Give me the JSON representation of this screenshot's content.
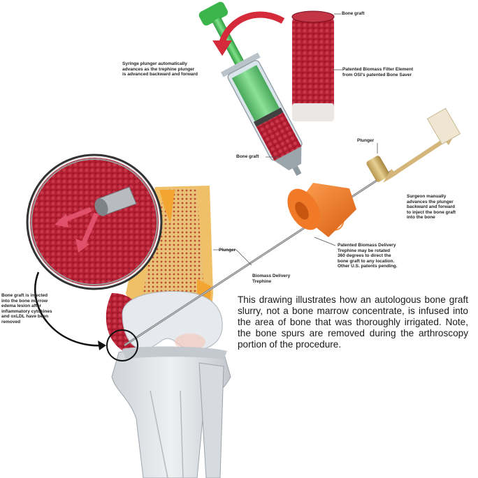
{
  "labels": {
    "bone_graft_top": "Bone graft",
    "filter_element": "Patented Biomass Filter Element\nfrom OSI's patented Bone Saver",
    "syringe_note": "Syringe plunger automatically\nadvances as the trephine plunger\nis advanced backward and forward",
    "bone_graft_mid": "Bone graft",
    "plunger_right": "Plunger",
    "surgeon_note": "Surgeon manually\nadvances the plunger\nbackward and forward\nto inject the bone graft\ninto the bone",
    "delivery_note": "Patented Biomass Delivery\nTrephine may be rotated\n360 degrees to direct the\nbone graft to any location.\nOther U.S. patents pending.",
    "plunger_left": "Plunger",
    "trephine": "Biomass Delivery\nTrephine",
    "injected_note": "Bone graft is injected\ninto the bone marrow\nedema lesion after\ninflammatory cytokines\nand oxLDL have been\nremoved"
  },
  "caption": "This drawing illustrates how an autologous bone graft slurry, not a bone marrow concentrate, is infused into the area of bone that was thoroughly irrigated. Note, the bone spurs are removed during the arthroscopy portion of the procedure.",
  "colors": {
    "graft_red": "#a0182c",
    "syringe_green": "#4cc25a",
    "device_orange": "#ee7424",
    "bone_yellow": "#f2b640",
    "cartilage": "#dfe3e8"
  }
}
